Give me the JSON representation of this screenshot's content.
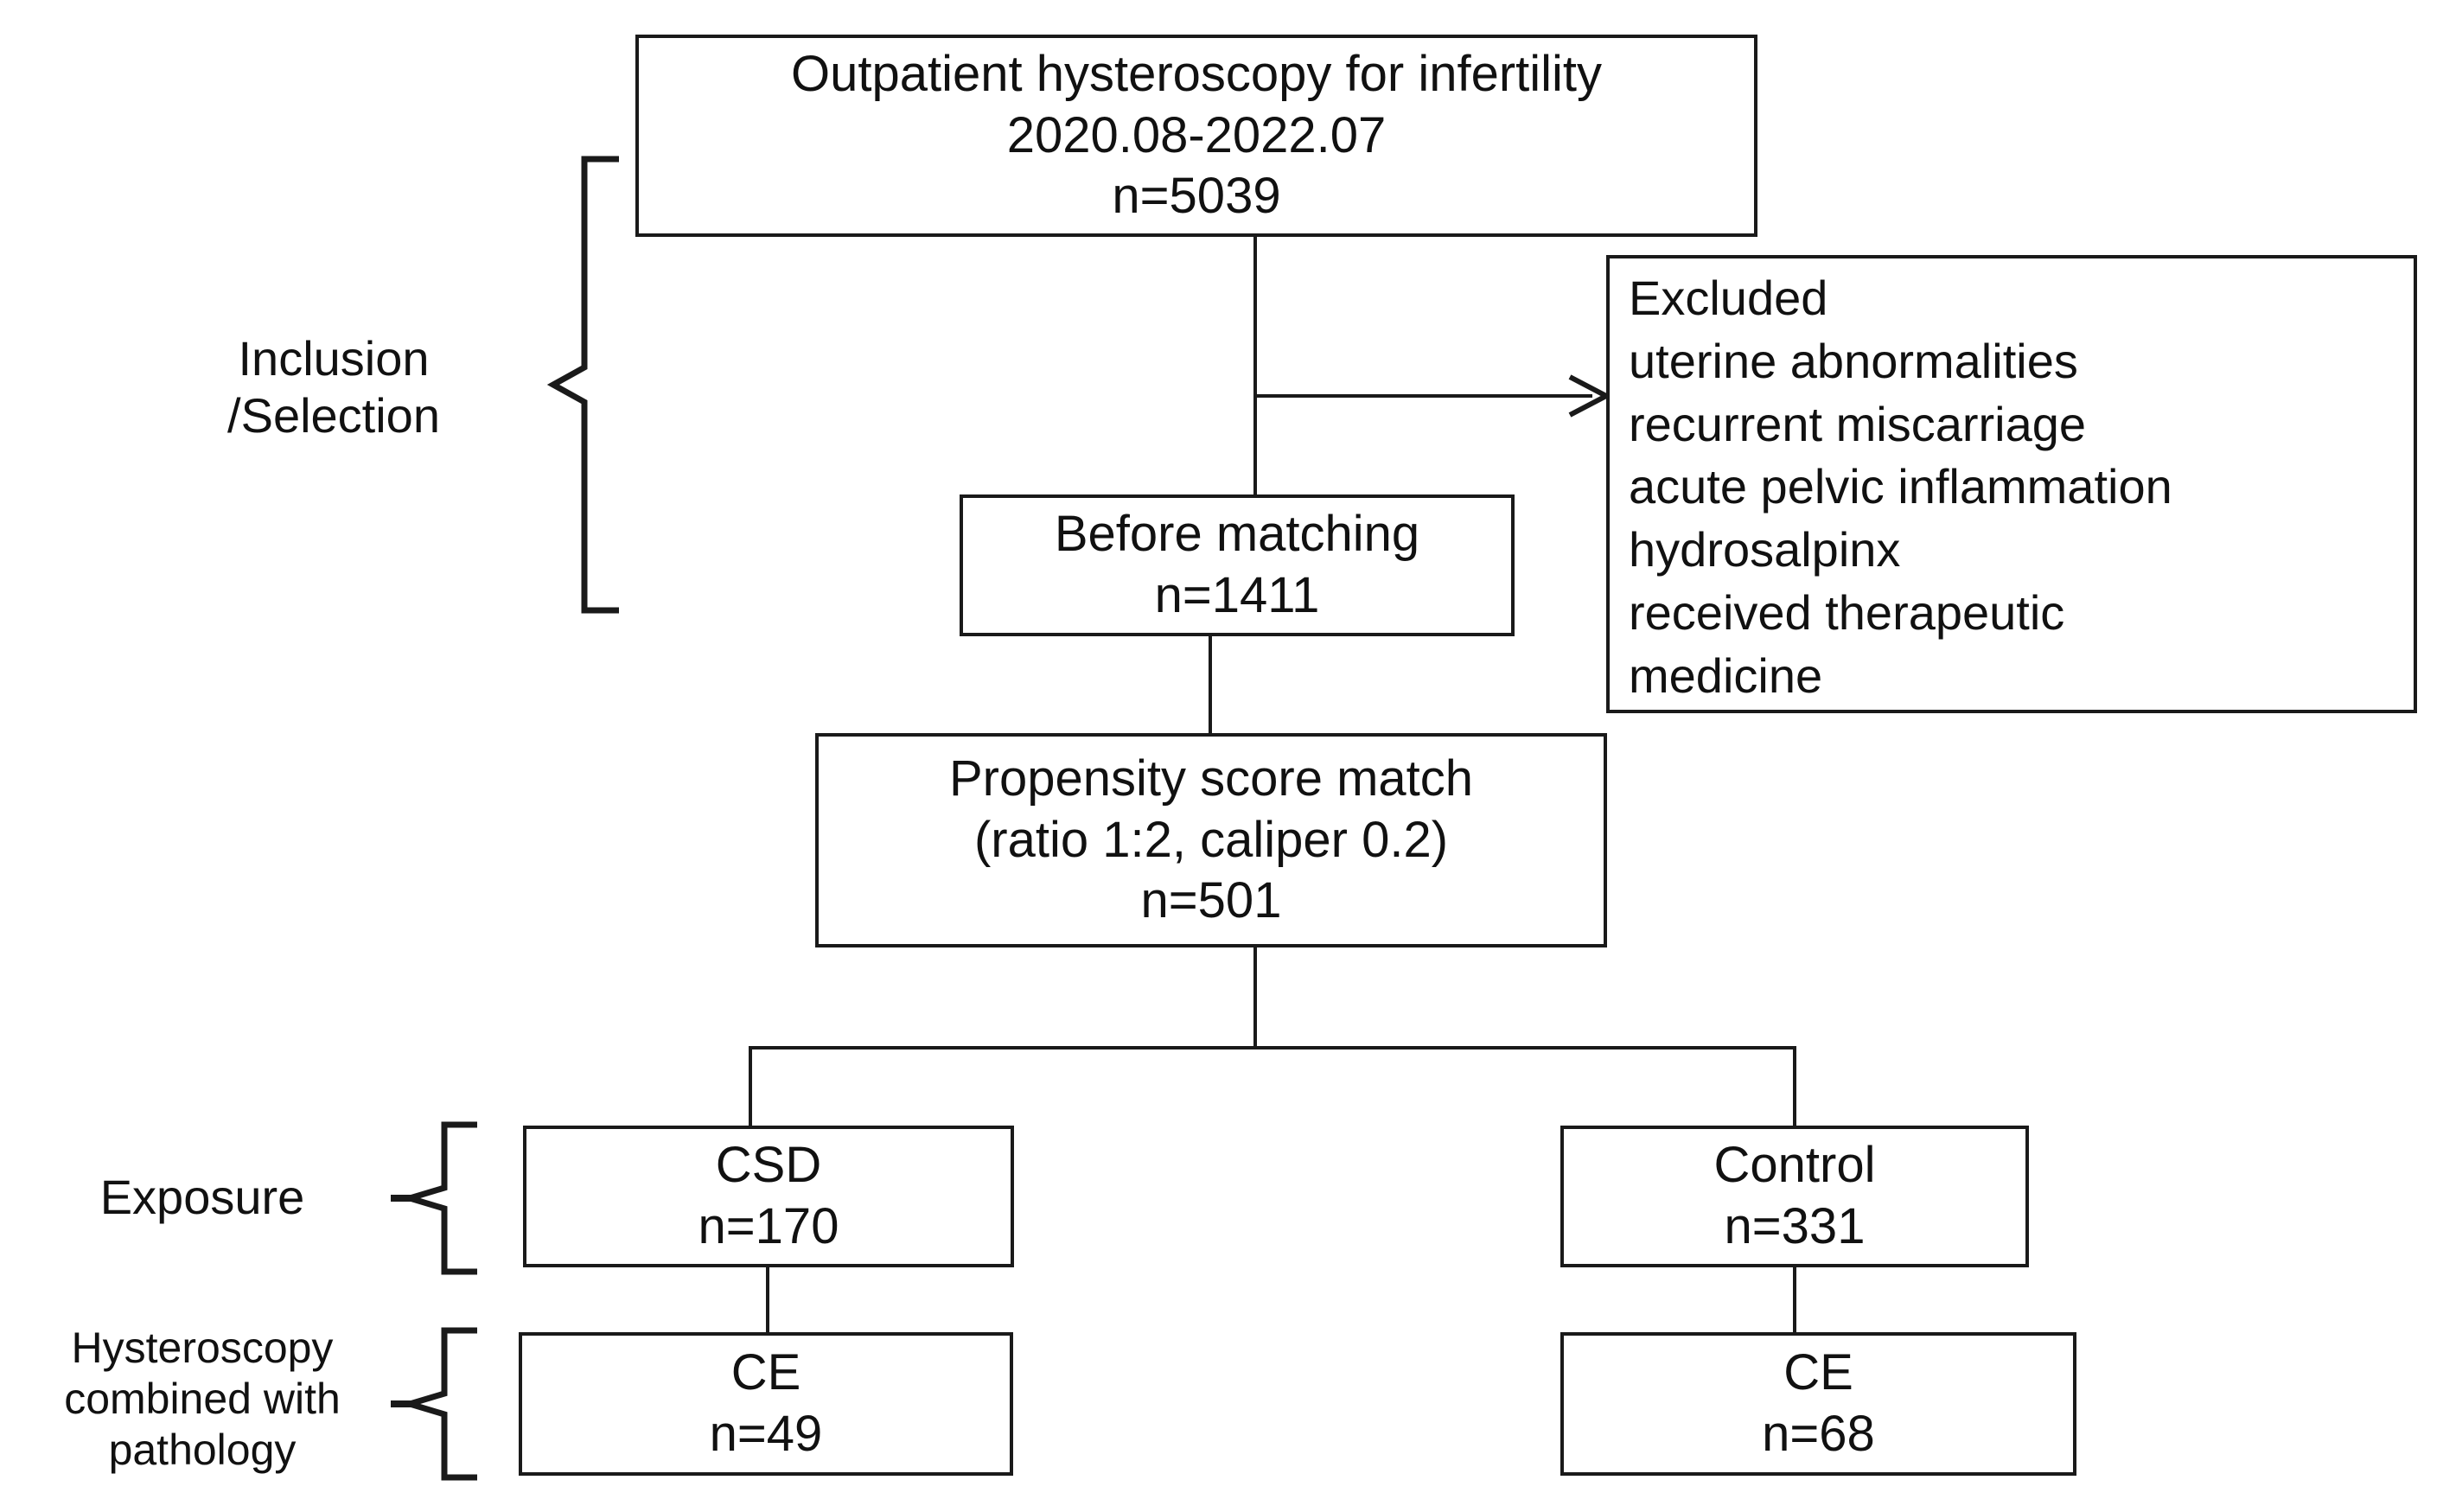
{
  "figure": {
    "type": "study-flow-diagram",
    "background_color": "#ffffff",
    "line_color": "#1a1a1a",
    "text_color": "#111111"
  },
  "stage_labels": {
    "inclusion": "Inclusion\n/Selection",
    "exposure": "Exposure",
    "hysteroscopy": "Hysteroscopy\ncombined with\npathology"
  },
  "boxes": {
    "source": {
      "line1": "Outpatient hysteroscopy for infertility",
      "line2": "2020.08-2022.07",
      "line3": "n=5039"
    },
    "excluded": {
      "line1": "Excluded",
      "line2": "uterine abnormalities",
      "line3": "recurrent miscarriage",
      "line4": "acute pelvic inflammation",
      "line5": "hydrosalpinx",
      "line6": "received therapeutic",
      "line7": "medicine"
    },
    "before_matching": {
      "line1": "Before matching",
      "line2": "n=1411"
    },
    "propensity": {
      "line1": "Propensity score match",
      "line2": "(ratio 1:2, caliper 0.2)",
      "line3": "n=501"
    },
    "csd": {
      "line1": "CSD",
      "line2": "n=170"
    },
    "control": {
      "line1": "Control",
      "line2": "n=331"
    },
    "ce_csd": {
      "line1": "CE",
      "line2": "n=49"
    },
    "ce_control": {
      "line1": "CE",
      "line2": "n=68"
    }
  },
  "counts": {
    "source_n": 5039,
    "before_matching_n": 1411,
    "after_matching_n": 501,
    "csd_n": 170,
    "control_n": 331,
    "ce_csd_n": 49,
    "ce_control_n": 68
  }
}
